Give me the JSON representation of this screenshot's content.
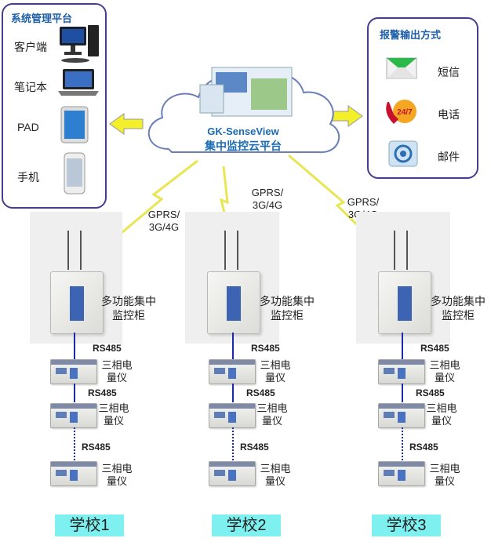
{
  "mgmt": {
    "title": "系统管理平台",
    "items": [
      "客户端",
      "笔记本",
      "PAD",
      "手机"
    ]
  },
  "alarm": {
    "title": "报警输出方式",
    "items": [
      "短信",
      "电话",
      "邮件"
    ],
    "phone_badge": "24/7"
  },
  "cloud": {
    "line1": "GK-SenseView",
    "line2": "集中监控云平台"
  },
  "link_label": "GPRS/\n3G/4G",
  "cabinet_label": "多功能集中\n监控柜",
  "meter_label": "三相电\n量仪",
  "bus_label": "RS485",
  "schools": [
    "学校1",
    "学校2",
    "学校3"
  ],
  "colors": {
    "panel_border": "#4a3b8f",
    "title_blue": "#1f5fa8",
    "school_fill": "#7ff0f0",
    "bus_line": "#1a2aa8",
    "arrow_fill": "#f3f02a"
  }
}
